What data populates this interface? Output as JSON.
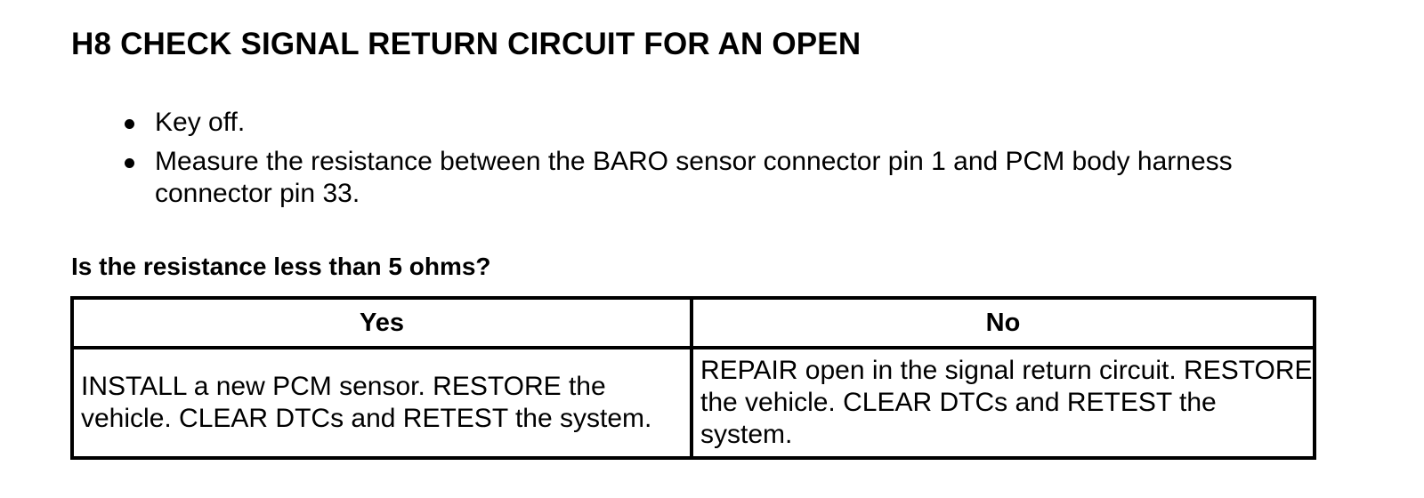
{
  "heading": "H8 CHECK SIGNAL RETURN CIRCUIT FOR AN OPEN",
  "steps": [
    "Key off.",
    "Measure the resistance between the BARO sensor connector pin 1 and PCM body harness connector pin 33."
  ],
  "question": "Is the resistance less than 5 ohms?",
  "table": {
    "headers": [
      "Yes",
      "No"
    ],
    "cells": [
      "INSTALL a new PCM sensor. RESTORE the vehicle. CLEAR DTCs and RETEST the system.",
      "REPAIR open in the signal return circuit. RESTORE the vehicle. CLEAR DTCs and RETEST the system."
    ]
  }
}
